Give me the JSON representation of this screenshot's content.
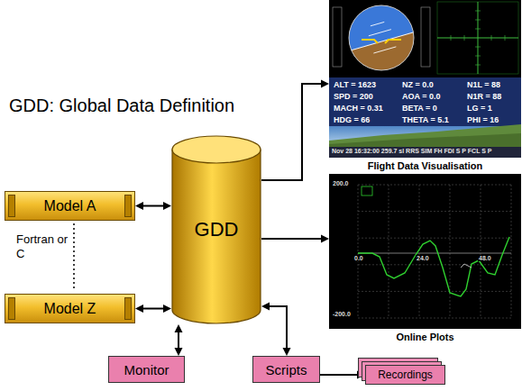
{
  "diagram": {
    "title": "GDD: Global Data Definition",
    "nodes": [
      {
        "text": [
          "Model A"
        ]
      },
      {
        "text": [
          "Model Z"
        ]
      },
      {
        "text": [
          "GDD"
        ]
      },
      {
        "text": [
          "Monitor"
        ]
      },
      {
        "text": [
          "Scripts"
        ]
      },
      {
        "text": [
          "Recordings"
        ]
      },
      {
        "text": [
          "Flight Data Visualisation"
        ]
      },
      {
        "text": [
          "Online Plots"
        ]
      }
    ],
    "edges": [
      {
        "from": 0,
        "to": 2,
        "arrow": "both"
      },
      {
        "from": 1,
        "to": 2,
        "arrow": "both"
      },
      {
        "from": 2,
        "to": 3,
        "arrow": "both"
      },
      {
        "from": 4,
        "to": 2,
        "arrow": "both"
      },
      {
        "from": 4,
        "to": 5,
        "arrow": "to"
      },
      {
        "from": 2,
        "to": 6,
        "arrow": "to"
      },
      {
        "from": 2,
        "to": 7,
        "arrow": "to"
      }
    ],
    "labels": [
      "Fortran or C",
      "ALT = 1623",
      "NZ = 0.0",
      "N1L = 88",
      "SPD = 200",
      "AOA = 0.0",
      "N1R = 88",
      "MACH = 0.31",
      "BETA = 0",
      "LG = 1",
      "HDG = 66",
      "THETA = 5.1",
      "PHI = 16",
      "Nov 28 16:32:00 259.7 sl RRS SIM FH FDI S P FCL S P",
      "200.0",
      "-200.0",
      "0.0",
      "24.0",
      "48.0"
    ]
  }
}
